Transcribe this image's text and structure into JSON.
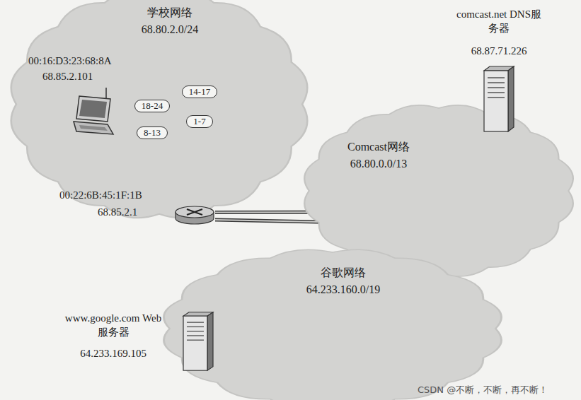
{
  "diagram": {
    "nodes": [
      {
        "text": [
          "学校网络",
          "68.80.2.0/24"
        ]
      },
      {
        "text": [
          "00:16:D3:23:68:8A",
          "68.85.2.101"
        ],
        "in": 0
      },
      {
        "text": [
          "00:22:6B:45:1F:1B",
          "68.85.2.1"
        ],
        "in": 0
      },
      {
        "text": [
          "comcast.net DNS服务器",
          "68.87.71.226"
        ]
      },
      {
        "text": [
          "Comcast网络",
          "68.80.0.0/13"
        ]
      },
      {
        "text": [
          "谷歌网络",
          "64.233.160.0/19"
        ]
      },
      {
        "text": [
          "www.google.com Web服务器",
          "64.233.169.105"
        ]
      }
    ],
    "edges": [
      {
        "from": 2,
        "to": 1,
        "label": "14-17",
        "arrow": "to"
      },
      {
        "from": 2,
        "to": 1,
        "label": "18-24",
        "arrow": "to"
      },
      {
        "from": 2,
        "to": 1,
        "label": "1-7",
        "arrow": "to"
      },
      {
        "from": 2,
        "to": 1,
        "label": "8-13",
        "arrow": "to"
      },
      {
        "from": 2,
        "to": 3,
        "arrow": "to"
      },
      {
        "from": 2,
        "to": 6,
        "arrow": "to"
      }
    ],
    "labels": [
      "CSDN @不断，不断，再不断！"
    ]
  }
}
